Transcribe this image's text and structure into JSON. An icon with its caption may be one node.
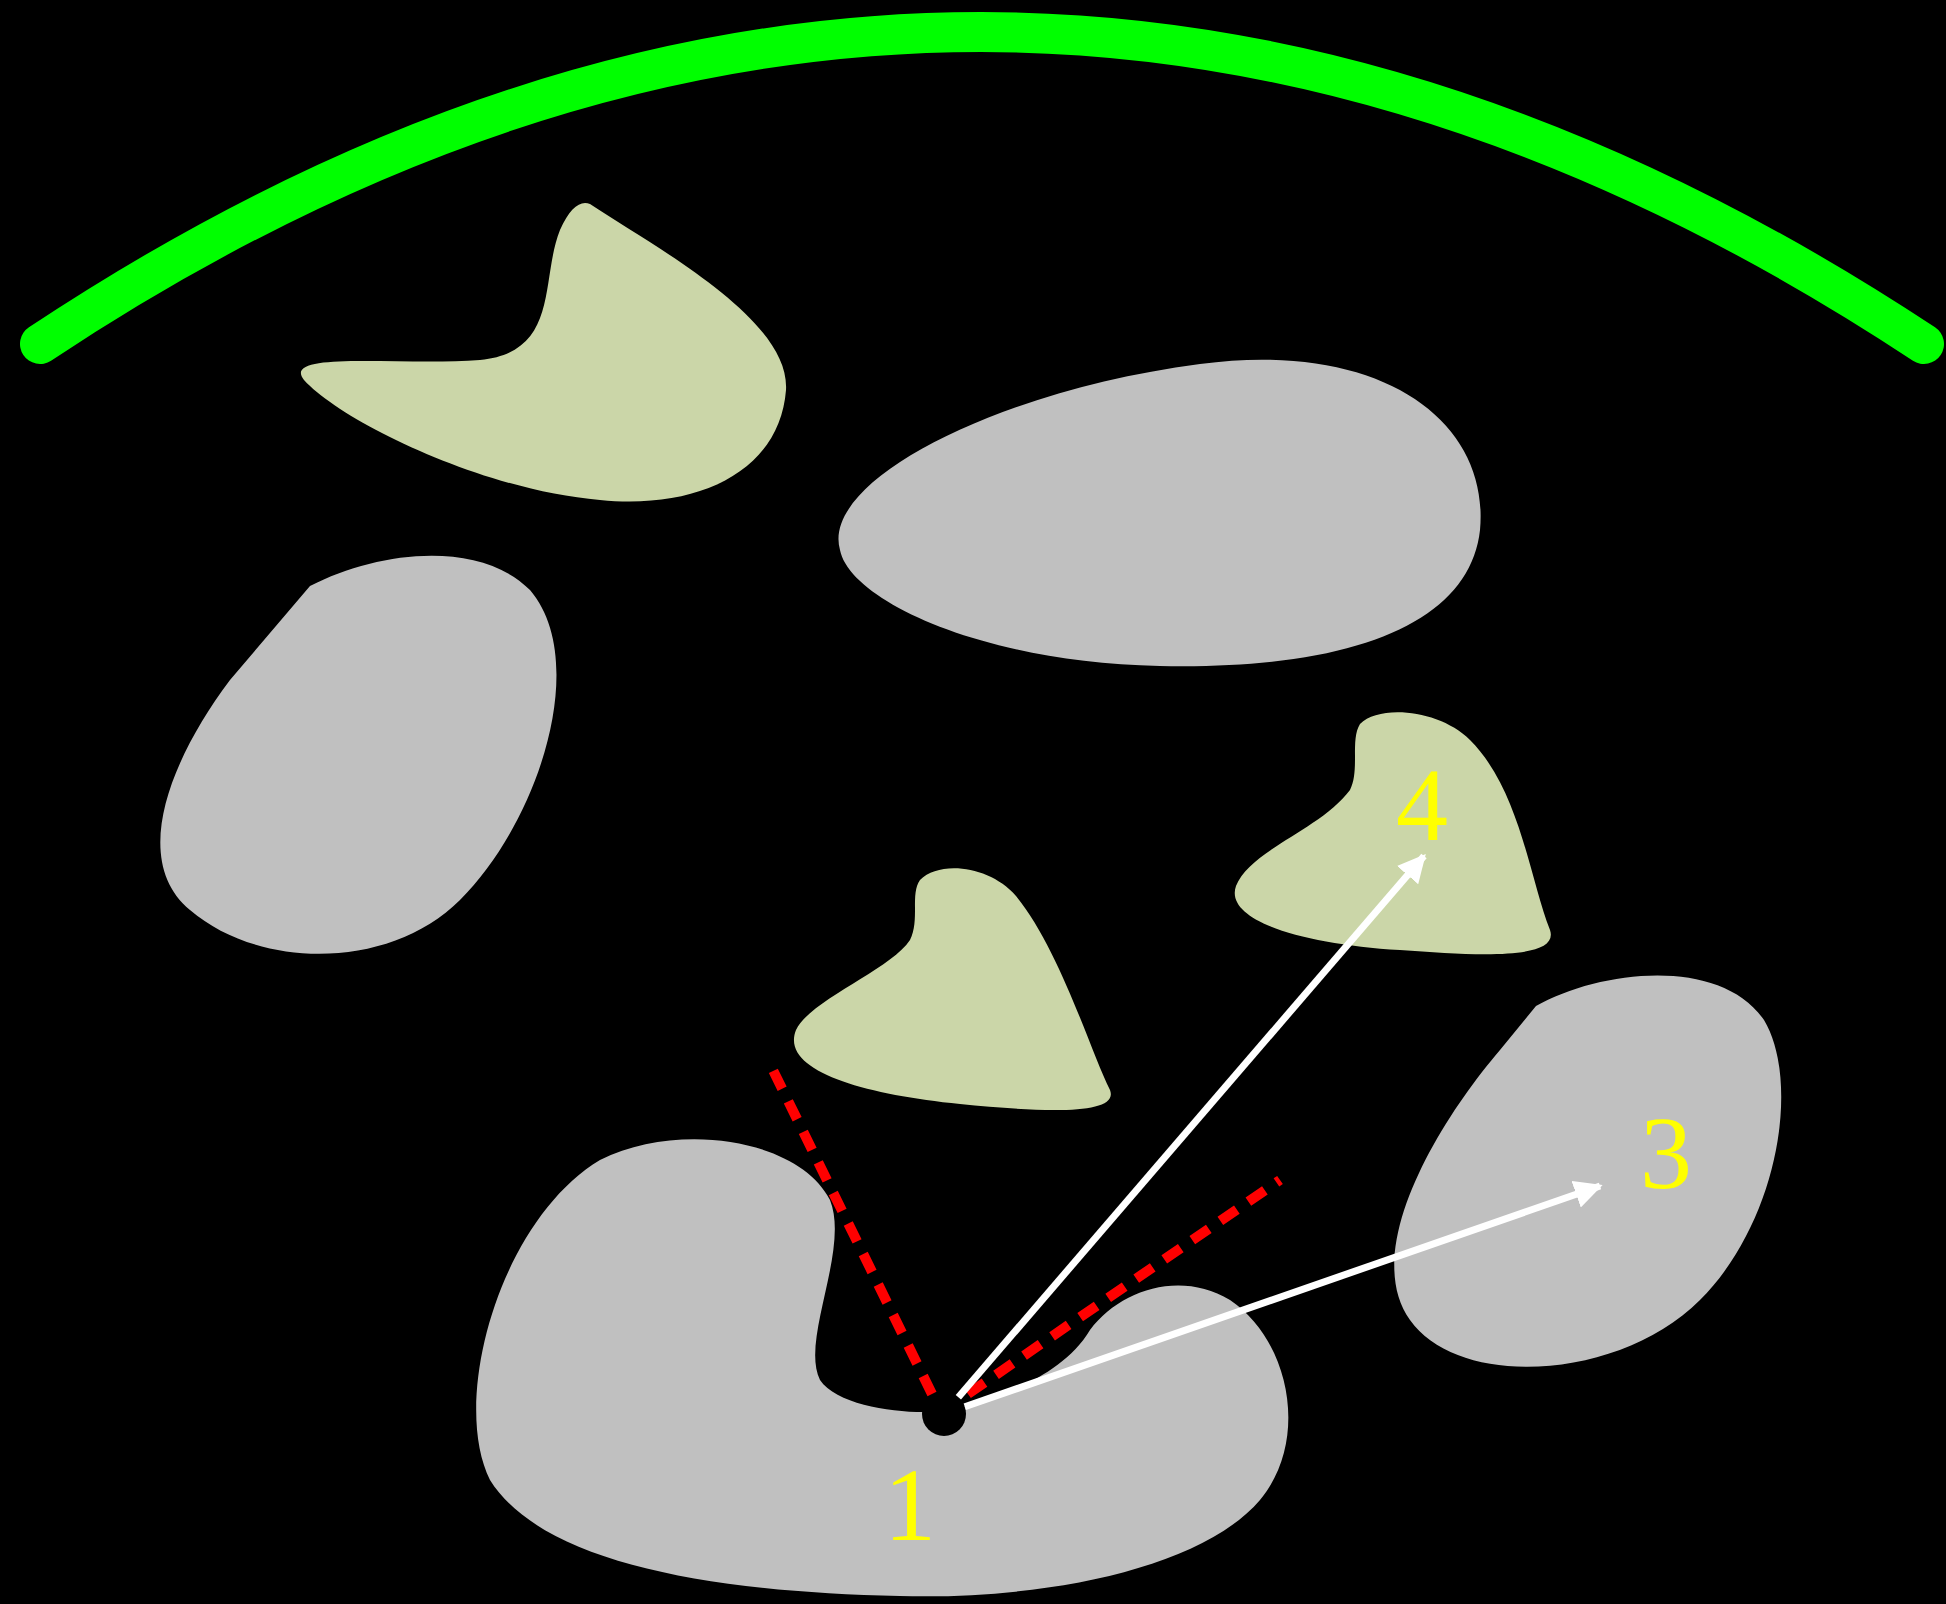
{
  "diagram": {
    "nodes": [
      {
        "text": [],
        "shape": "blob"
      },
      {
        "text": [],
        "shape": "blob"
      },
      {
        "text": [],
        "shape": "blob"
      },
      {
        "text": [
          "4"
        ]
      },
      {
        "text": [],
        "shape": "blob"
      },
      {
        "text": [
          "3"
        ]
      },
      {
        "text": [
          "1"
        ]
      },
      {
        "text": [],
        "shape": "circle",
        "in": 6
      }
    ],
    "edges": [
      {
        "from": 7,
        "to": 3,
        "arrow": "to"
      },
      {
        "from": 7,
        "to": 5,
        "arrow": "to"
      }
    ]
  }
}
